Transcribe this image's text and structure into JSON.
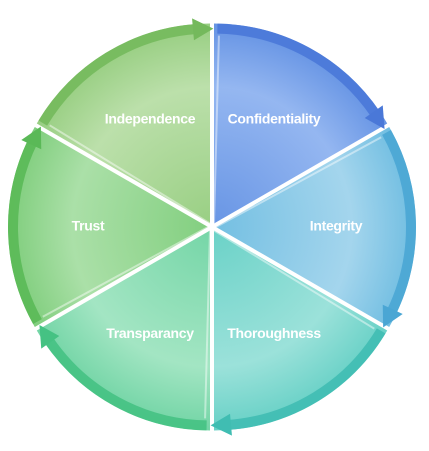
{
  "diagram": {
    "segments": [
      {
        "label": "Confidentiality",
        "color": "#5f8fe3",
        "light": "#8fb3f0",
        "rim": "#4a78d8"
      },
      {
        "label": "Integrity",
        "color": "#6bbbe0",
        "light": "#9fd3ec",
        "rim": "#4aa6d4"
      },
      {
        "label": "Thoroughness",
        "color": "#62cfc4",
        "light": "#96e0d8",
        "rim": "#40bdb2"
      },
      {
        "label": "Transparancy",
        "color": "#6dd3a2",
        "light": "#9ee4c0",
        "rim": "#45c283"
      },
      {
        "label": "Trust",
        "color": "#7bcc78",
        "light": "#a6dea3",
        "rim": "#5ab957"
      },
      {
        "label": "Independence",
        "color": "#93cc7c",
        "light": "#b8dea6",
        "rim": "#74b95c"
      }
    ]
  }
}
